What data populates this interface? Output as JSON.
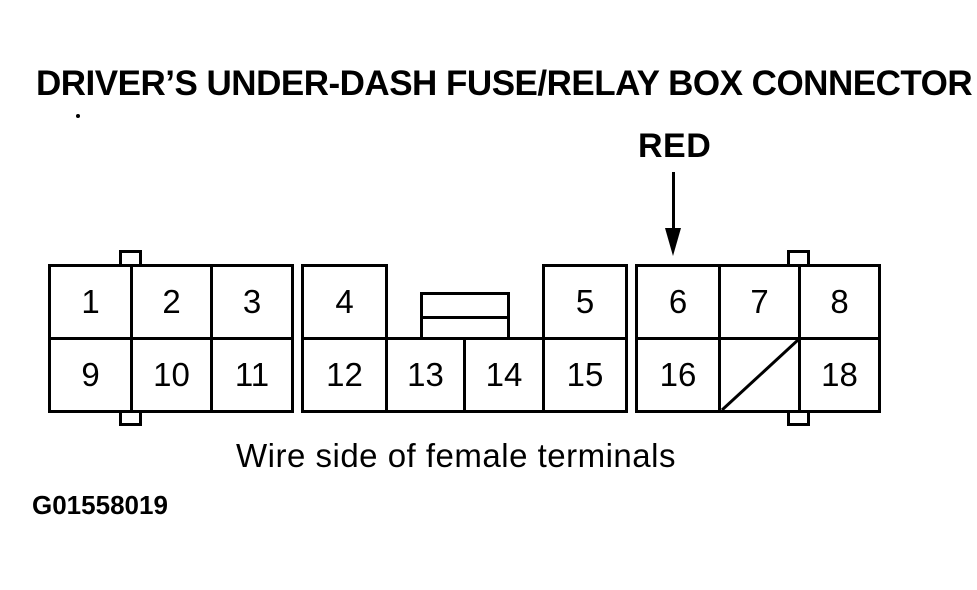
{
  "page": {
    "background_color": "#ffffff",
    "line_color": "#000000"
  },
  "title": "DRIVER’S UNDER-DASH FUSE/RELAY BOX CONNECTOR I",
  "callout": {
    "wire_color_label": "RED",
    "points_to_terminal": "6"
  },
  "connector": {
    "top_row": [
      "1",
      "2",
      "3",
      "4",
      "5",
      "6",
      "7",
      "8"
    ],
    "bottom_row": [
      "9",
      "10",
      "11",
      "12",
      "13",
      "14",
      "15",
      "16",
      "",
      "18"
    ]
  },
  "caption": "Wire side of female terminals",
  "figure_id": "G01558019"
}
